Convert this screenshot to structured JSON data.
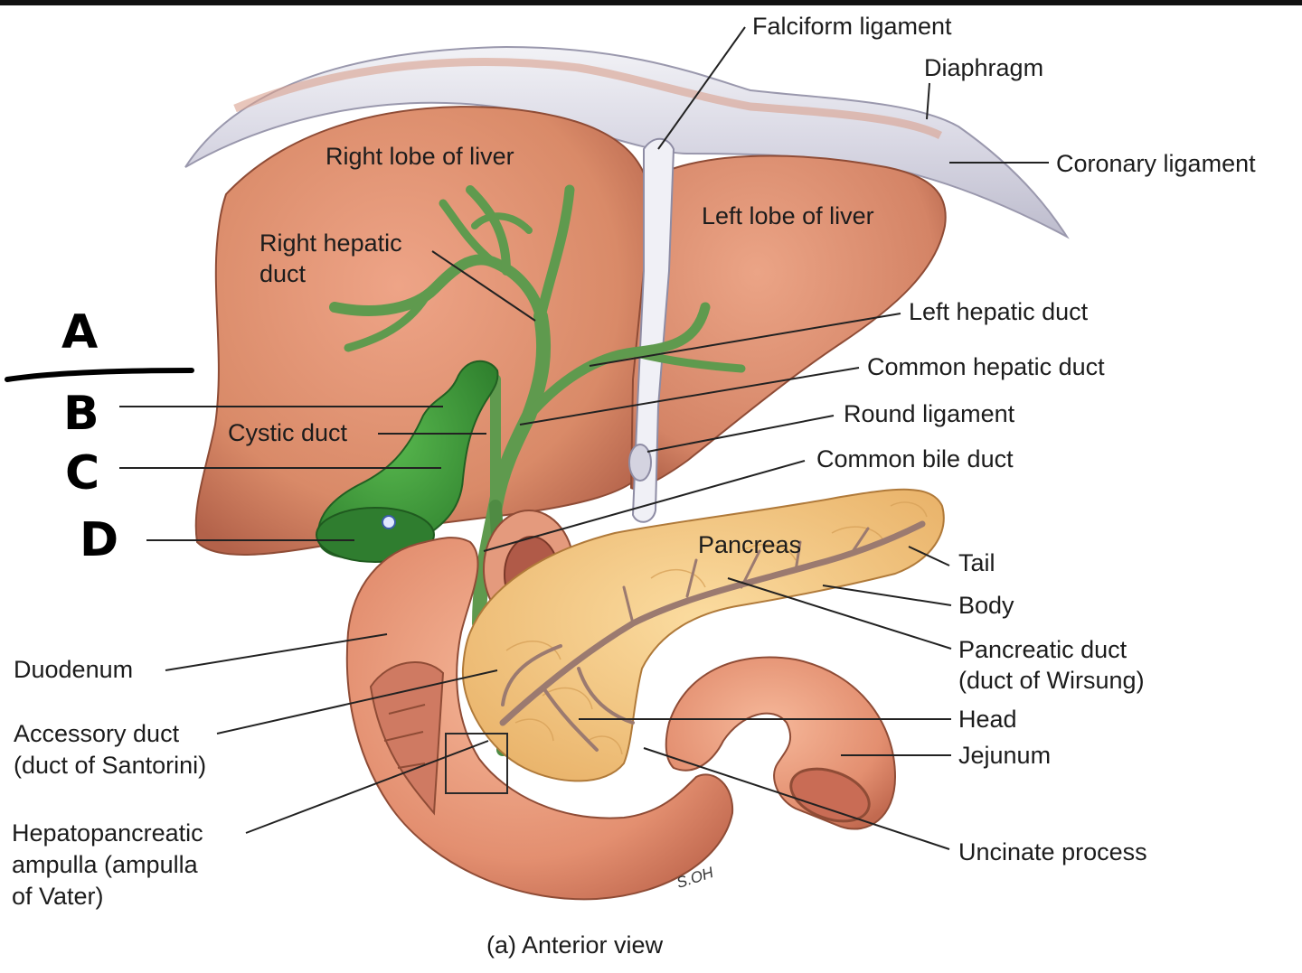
{
  "labels": {
    "falciform": "Falciform ligament",
    "diaphragm": "Diaphragm",
    "coronary": "Coronary ligament",
    "right_lobe": "Right lobe of liver",
    "left_lobe": "Left lobe of liver",
    "right_hepatic_1": "Right hepatic",
    "right_hepatic_2": "duct",
    "left_hepatic": "Left hepatic duct",
    "common_hepatic": "Common hepatic duct",
    "round": "Round ligament",
    "common_bile": "Common bile duct",
    "cystic": "Cystic duct",
    "pancreas": "Pancreas",
    "tail": "Tail",
    "body": "Body",
    "pancreatic_duct_1": "Pancreatic duct",
    "pancreatic_duct_2": "(duct of Wirsung)",
    "head": "Head",
    "jejunum": "Jejunum",
    "uncinate": "Uncinate process",
    "duodenum": "Duodenum",
    "accessory_1": "Accessory duct",
    "accessory_2": "(duct of Santorini)",
    "ampulla_1": "Hepatopancreatic",
    "ampulla_2": "ampulla (ampulla",
    "ampulla_3": "of Vater)"
  },
  "handwritten": {
    "a": "A",
    "b": "B",
    "c": "C",
    "d": "D"
  },
  "caption": "(a) Anterior view",
  "artist_signature": "S.OH",
  "colors": {
    "liver": "#d98a68",
    "gallbladder": "#3c9a3c",
    "bile_duct": "#5f9a4e",
    "pancreas": "#f3c77e",
    "duodenum": "#e89a7c",
    "diaphragm": "#e2e2ea"
  }
}
